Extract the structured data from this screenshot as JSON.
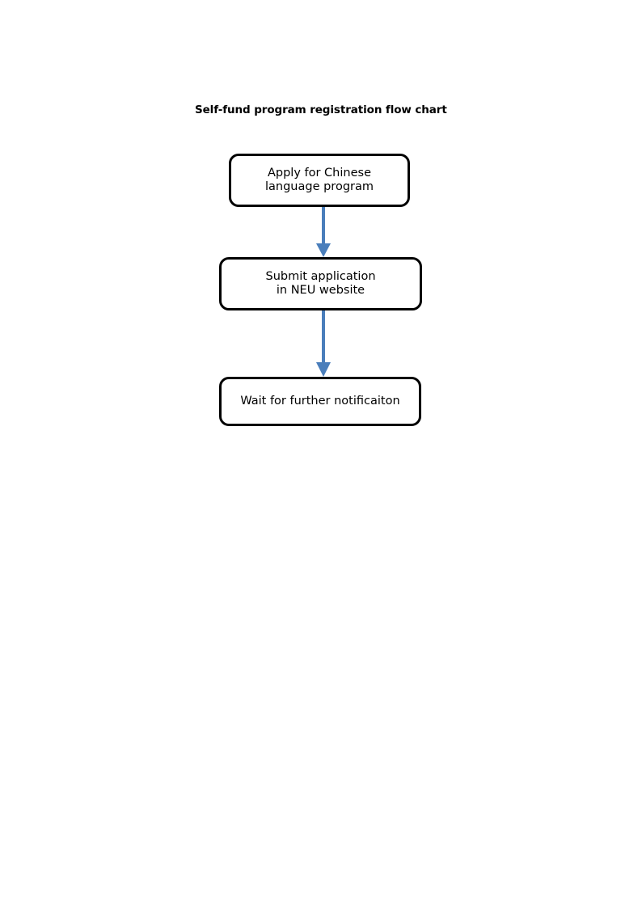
{
  "document": {
    "title": "Self-fund program registration flow chart",
    "background_color": "#ffffff"
  },
  "chart_data": {
    "type": "diagram",
    "diagram_kind": "flowchart",
    "title": "Self-fund program registration flow chart",
    "orientation": "vertical-top-to-bottom",
    "node_shape": "rounded-rectangle",
    "node_border_color": "#000000",
    "node_fill_color": "#ffffff",
    "connector_color": "#4A7EBB",
    "nodes": [
      {
        "id": "step-1",
        "order": 1,
        "label": "Apply for Chinese\nlanguage program",
        "lines": [
          "Apply for Chinese",
          "language program"
        ]
      },
      {
        "id": "step-2",
        "order": 2,
        "label": "Submit application\nin NEU website",
        "lines": [
          "Submit application",
          "in NEU website"
        ]
      },
      {
        "id": "step-3",
        "order": 3,
        "label": "Wait for further notificaiton",
        "lines": [
          "Wait for further notificaiton"
        ]
      }
    ],
    "edges": [
      {
        "id": "edge-1",
        "from": "step-1",
        "to": "step-2",
        "style": "solid-arrow-down"
      },
      {
        "id": "edge-2",
        "from": "step-2",
        "to": "step-3",
        "style": "solid-arrow-down"
      }
    ]
  }
}
